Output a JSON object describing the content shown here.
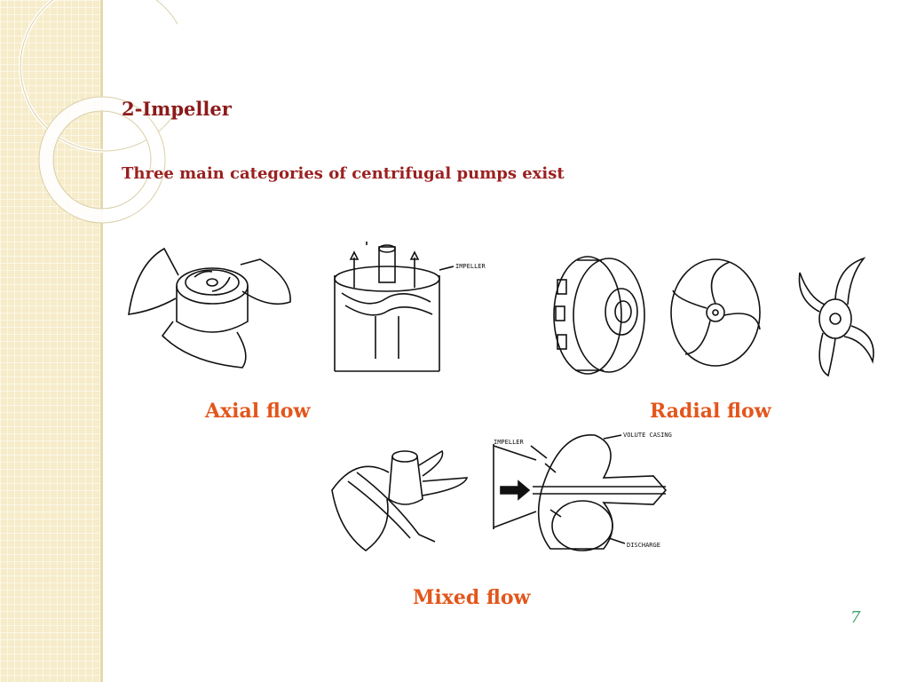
{
  "slide": {
    "title": "2-Impeller",
    "subtitle": "Three main categories of centrifugal pumps exist",
    "page_number": "7"
  },
  "figures": {
    "axial": {
      "caption": "Axial flow",
      "diagram_label": "IMPELLER"
    },
    "radial": {
      "caption": "Radial flow"
    },
    "mixed": {
      "caption": "Mixed flow",
      "labels": {
        "impeller": "IMPELLER",
        "casing": "VOLUTE CASING",
        "discharge": "DISCHARGE"
      }
    }
  },
  "theme": {
    "title_color": "#8b1a1a",
    "caption_color": "#e3561b",
    "page_number_color": "#3aa06a",
    "sidebar_color": "#f6ecc9"
  }
}
